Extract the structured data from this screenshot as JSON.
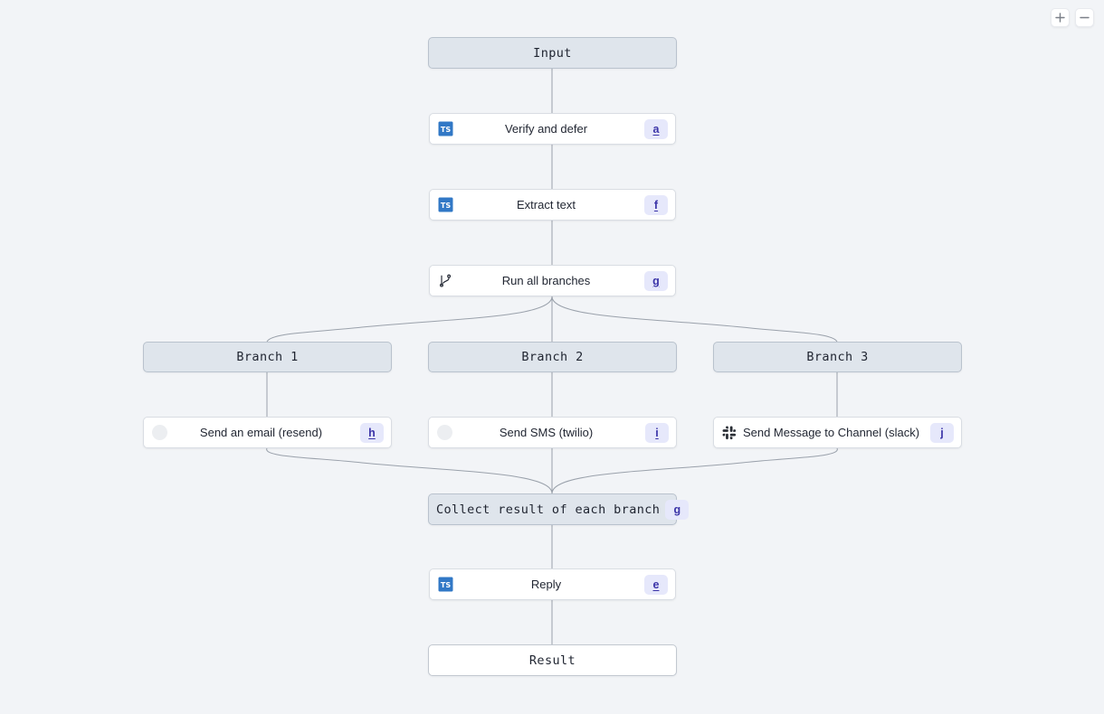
{
  "app": {
    "background_color": "#f2f4f7",
    "accent_badge_bg": "#e6e8fb",
    "accent_badge_fg": "#3b34a8",
    "terminal_fill": "#dfe5ec",
    "node_border": "#d9dde3",
    "edge_color": "#9aa1ab"
  },
  "controls": {
    "zoom_in": {
      "label": "+",
      "name": "zoom-in-icon"
    },
    "zoom_out": {
      "label": "−",
      "name": "zoom-out-icon"
    }
  },
  "graph": {
    "nodes": [
      {
        "id": "input",
        "label": "Input",
        "kind": "terminal",
        "icon": "none",
        "badge": ""
      },
      {
        "id": "verify",
        "label": "Verify and defer",
        "kind": "step",
        "icon": "typescript",
        "badge": "a"
      },
      {
        "id": "extract",
        "label": "Extract text",
        "kind": "step",
        "icon": "typescript",
        "badge": "f"
      },
      {
        "id": "runall",
        "label": "Run all branches",
        "kind": "step",
        "icon": "git-branch",
        "badge": "g"
      },
      {
        "id": "branch1",
        "label": "Branch 1",
        "kind": "branch",
        "icon": "none",
        "badge": ""
      },
      {
        "id": "branch2",
        "label": "Branch 2",
        "kind": "branch",
        "icon": "none",
        "badge": ""
      },
      {
        "id": "branch3",
        "label": "Branch 3",
        "kind": "branch",
        "icon": "none",
        "badge": ""
      },
      {
        "id": "email",
        "label": "Send an email (resend)",
        "kind": "step",
        "icon": "placeholder-circle",
        "badge": "h"
      },
      {
        "id": "sms",
        "label": "Send SMS (twilio)",
        "kind": "step",
        "icon": "placeholder-circle",
        "badge": "i"
      },
      {
        "id": "slack",
        "label": "Send Message to Channel (slack)",
        "kind": "step",
        "icon": "slack",
        "badge": "j"
      },
      {
        "id": "collect",
        "label": "Collect result of each branch",
        "kind": "collect",
        "icon": "none",
        "badge": "g"
      },
      {
        "id": "reply",
        "label": "Reply",
        "kind": "step",
        "icon": "typescript",
        "badge": "e"
      },
      {
        "id": "result",
        "label": "Result",
        "kind": "terminal-white",
        "icon": "none",
        "badge": ""
      }
    ],
    "edges": [
      {
        "from": "input",
        "to": "verify"
      },
      {
        "from": "verify",
        "to": "extract"
      },
      {
        "from": "extract",
        "to": "runall"
      },
      {
        "from": "runall",
        "to": "branch1"
      },
      {
        "from": "runall",
        "to": "branch2"
      },
      {
        "from": "runall",
        "to": "branch3"
      },
      {
        "from": "branch1",
        "to": "email"
      },
      {
        "from": "branch2",
        "to": "sms"
      },
      {
        "from": "branch3",
        "to": "slack"
      },
      {
        "from": "email",
        "to": "collect"
      },
      {
        "from": "sms",
        "to": "collect"
      },
      {
        "from": "slack",
        "to": "collect"
      },
      {
        "from": "collect",
        "to": "reply"
      },
      {
        "from": "reply",
        "to": "result"
      }
    ]
  },
  "labels": {
    "input": "Input",
    "verify": "Verify and defer",
    "extract": "Extract text",
    "runall": "Run all branches",
    "branch1": "Branch 1",
    "branch2": "Branch 2",
    "branch3": "Branch 3",
    "email": "Send an email (resend)",
    "sms": "Send SMS (twilio)",
    "slack": "Send Message to Channel (slack)",
    "collect": "Collect result of each branch",
    "reply": "Reply",
    "result": "Result"
  },
  "badges": {
    "verify": "a",
    "extract": "f",
    "runall": "g",
    "email": "h",
    "sms": "i",
    "slack": "j",
    "collect": "g",
    "reply": "e"
  }
}
